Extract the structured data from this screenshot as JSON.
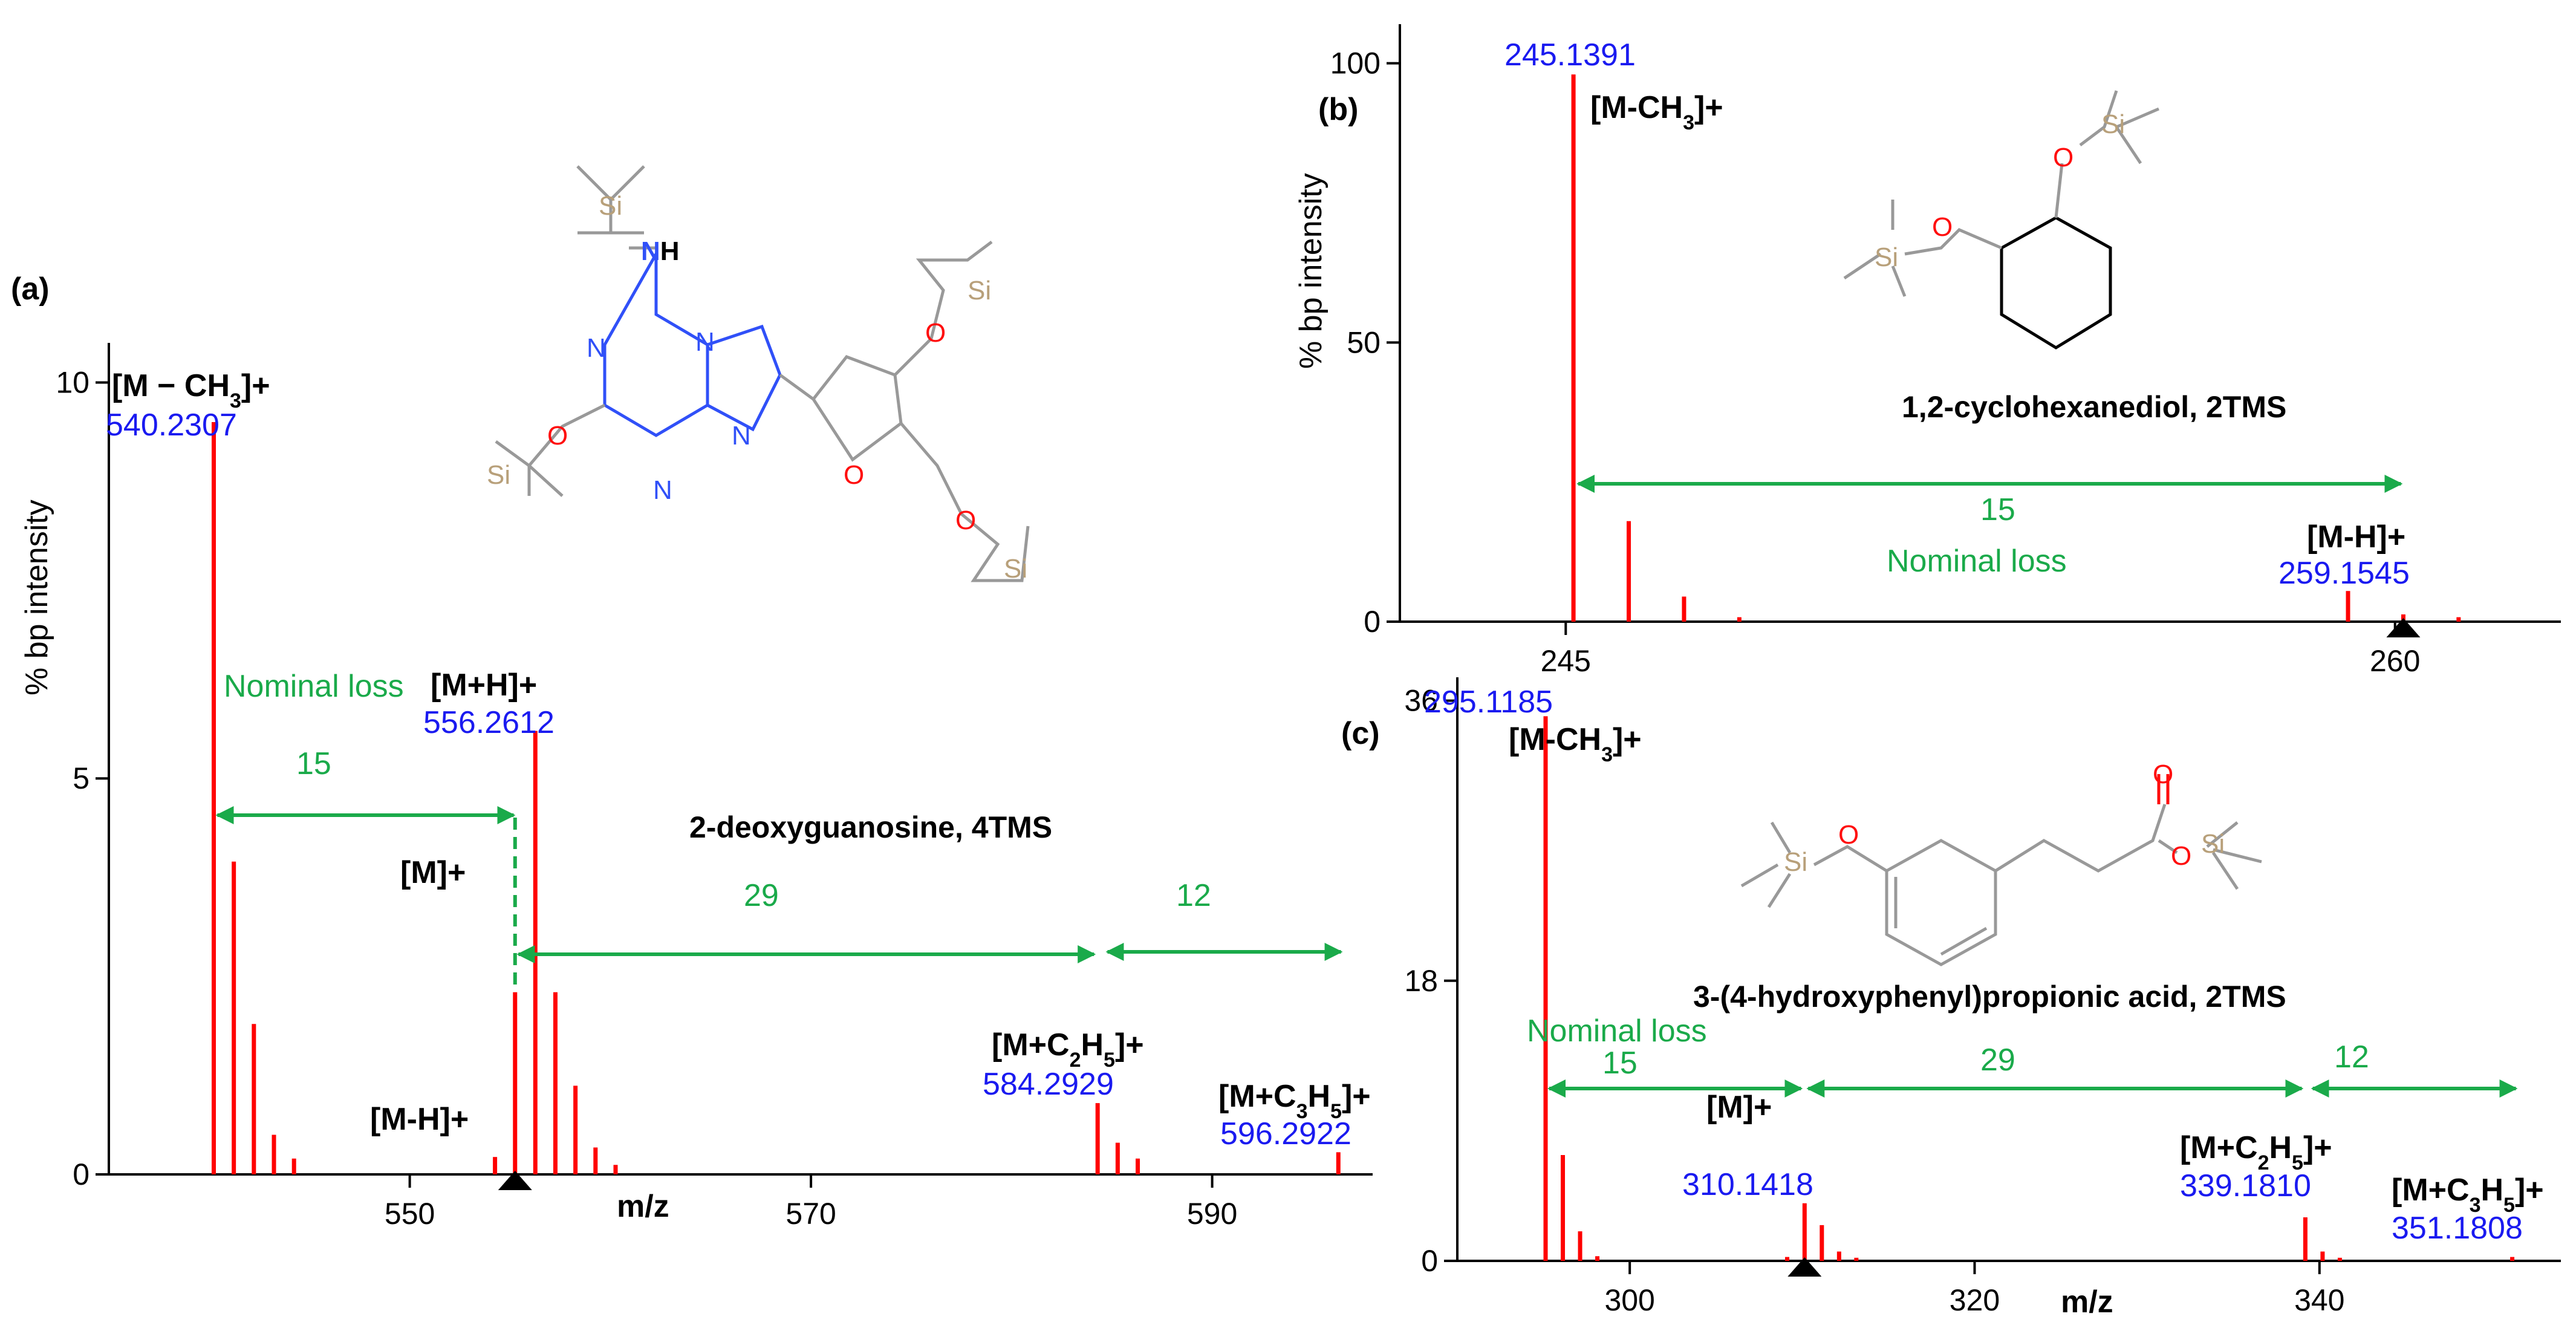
{
  "colors": {
    "peak": "#ff0000",
    "mass_label": "#1a1af0",
    "annotation": "#1aaa4a",
    "axis": "#000000",
    "bond": "#999999",
    "nitrogen": "#3050f8",
    "oxygen": "#ff0d0d",
    "silicon": "#b8a07a"
  },
  "chart_data": [
    {
      "panel": "(a)",
      "type": "bar",
      "compound": "2-deoxyguanosine, 4TMS",
      "xlabel": "m/z",
      "ylabel": "% bp  intensity",
      "xlim": [
        535,
        598
      ],
      "ylim": [
        0,
        10.5
      ],
      "x_ticks": [
        550,
        570,
        590
      ],
      "y_ticks": [
        0,
        5,
        10
      ],
      "peaks": [
        {
          "mz": 540.23,
          "intensity": 9.5
        },
        {
          "mz": 541.23,
          "intensity": 3.95
        },
        {
          "mz": 542.23,
          "intensity": 1.9
        },
        {
          "mz": 543.23,
          "intensity": 0.5
        },
        {
          "mz": 544.23,
          "intensity": 0.2
        },
        {
          "mz": 554.25,
          "intensity": 0.22
        },
        {
          "mz": 555.25,
          "intensity": 2.3
        },
        {
          "mz": 556.26,
          "intensity": 5.6
        },
        {
          "mz": 557.26,
          "intensity": 2.3
        },
        {
          "mz": 558.26,
          "intensity": 1.12
        },
        {
          "mz": 559.26,
          "intensity": 0.34
        },
        {
          "mz": 560.26,
          "intensity": 0.12
        },
        {
          "mz": 584.29,
          "intensity": 0.9
        },
        {
          "mz": 585.29,
          "intensity": 0.4
        },
        {
          "mz": 586.29,
          "intensity": 0.2
        },
        {
          "mz": 596.29,
          "intensity": 0.28
        }
      ],
      "annotations": [
        {
          "ion_html": "[M − CH<tspan baseline-shift='sub' font-size='34'>3</tspan>]+",
          "mass": "540.2307"
        },
        {
          "ion_html": "[M+H]+",
          "mass": "556.2612"
        },
        {
          "ion_html": "[M+C<tspan baseline-shift='sub' font-size='34'>2</tspan>H<tspan baseline-shift='sub' font-size='34'>5</tspan>]+",
          "mass": "584.2929"
        },
        {
          "ion_html": "[M+C<tspan baseline-shift='sub' font-size='34'>3</tspan>H<tspan baseline-shift='sub' font-size='34'>5</tspan>]+",
          "mass": "596.2922"
        },
        {
          "ion_html": "[M-H]+",
          "mass": ""
        },
        {
          "ion_html": "[M]+",
          "mass": ""
        }
      ],
      "losses": {
        "nominal": "Nominal loss",
        "values": [
          "15",
          "29",
          "12"
        ]
      }
    },
    {
      "panel": "(b)",
      "type": "bar",
      "compound": "1,2-cyclohexanediol, 2TMS",
      "xlabel": "",
      "ylabel": "% bp  intensity",
      "xlim": [
        242,
        263
      ],
      "ylim": [
        0,
        107
      ],
      "x_ticks": [
        245,
        260
      ],
      "y_ticks": [
        0,
        50,
        100
      ],
      "peaks": [
        {
          "mz": 245.14,
          "intensity": 98
        },
        {
          "mz": 246.14,
          "intensity": 18
        },
        {
          "mz": 247.14,
          "intensity": 4.5
        },
        {
          "mz": 248.14,
          "intensity": 0.8
        },
        {
          "mz": 259.15,
          "intensity": 5.5
        },
        {
          "mz": 260.15,
          "intensity": 1.3
        },
        {
          "mz": 261.15,
          "intensity": 0.8
        }
      ],
      "annotations": [
        {
          "ion_html": "[M-CH<tspan baseline-shift='sub' font-size='34'>3</tspan>]+",
          "mass": "245.1391"
        },
        {
          "ion_html": "[M-H]+",
          "mass": "259.1545"
        }
      ],
      "losses": {
        "nominal": "Nominal loss",
        "values": [
          "15"
        ]
      }
    },
    {
      "panel": "(c)",
      "type": "bar",
      "compound": "3-(4-hydroxyphenyl)propionic acid, 2TMS",
      "xlabel": "m/z",
      "ylabel": "",
      "xlim": [
        290,
        354
      ],
      "ylim": [
        0,
        37.5
      ],
      "x_ticks": [
        300,
        320,
        340
      ],
      "y_ticks": [
        0,
        18,
        36
      ],
      "peaks": [
        {
          "mz": 295.12,
          "intensity": 35
        },
        {
          "mz": 296.12,
          "intensity": 6.8
        },
        {
          "mz": 297.12,
          "intensity": 1.9
        },
        {
          "mz": 298.12,
          "intensity": 0.3
        },
        {
          "mz": 309.13,
          "intensity": 0.25
        },
        {
          "mz": 310.14,
          "intensity": 3.7
        },
        {
          "mz": 311.14,
          "intensity": 2.3
        },
        {
          "mz": 312.14,
          "intensity": 0.6
        },
        {
          "mz": 313.14,
          "intensity": 0.2
        },
        {
          "mz": 339.18,
          "intensity": 2.8
        },
        {
          "mz": 340.18,
          "intensity": 0.6
        },
        {
          "mz": 341.18,
          "intensity": 0.2
        },
        {
          "mz": 351.18,
          "intensity": 0.25
        }
      ],
      "annotations": [
        {
          "ion_html": "[M-CH<tspan baseline-shift='sub' font-size='34'>3</tspan>]+",
          "mass": "295.1185"
        },
        {
          "ion_html": "[M]+",
          "mass": "310.1418"
        },
        {
          "ion_html": "[M+C<tspan baseline-shift='sub' font-size='34'>2</tspan>H<tspan baseline-shift='sub' font-size='34'>5</tspan>]+",
          "mass": "339.1810"
        },
        {
          "ion_html": "[M+C<tspan baseline-shift='sub' font-size='34'>3</tspan>H<tspan baseline-shift='sub' font-size='34'>5</tspan>]+",
          "mass": "351.1808"
        }
      ],
      "losses": {
        "nominal": "Nominal loss",
        "values": [
          "15",
          "29",
          "12"
        ]
      }
    }
  ]
}
